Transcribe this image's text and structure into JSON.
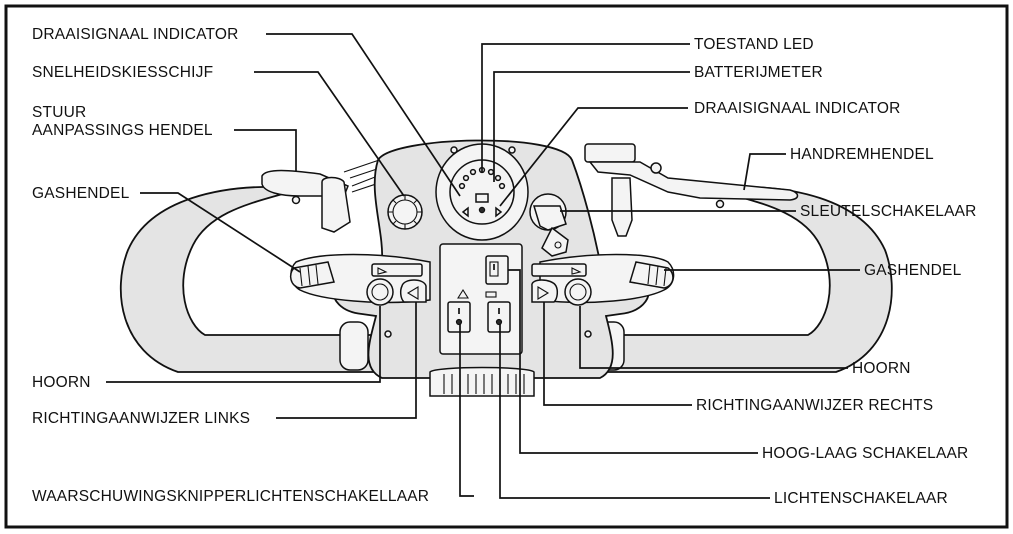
{
  "labels": {
    "draaisignaal_indicator_left": "DRAAISIGNAAL INDICATOR",
    "snelheidskiesschijf": "SNELHEIDSKIESSCHIJF",
    "stuur_line1": "STUUR",
    "stuur_line2": "AANPASSINGS HENDEL",
    "gashendel_left": "GASHENDEL",
    "hoorn_left": "HOORN",
    "richtingaanwijzer_links": "RICHTINGAANWIJZER LINKS",
    "waarschuwingsknipper": "WAARSCHUWINGSKNIPPERLICHTENSCHAKELLAAR",
    "toestand_led": "TOESTAND LED",
    "batterijmeter": "BATTERIJMETER",
    "draaisignaal_indicator_right": "DRAAISIGNAAL INDICATOR",
    "handremhendel": "HANDREMHENDEL",
    "sleutelschakelaar": "SLEUTELSCHAKELAAR",
    "gashendel_right": "GASHENDEL",
    "hoorn_right": "HOORN",
    "richtingaanwijzer_rechts": "RICHTINGAANWIJZER RECHTS",
    "hoog_laag_schakelaar": "HOOG-LAAG SCHAKELAAR",
    "lichtenschakelaar": "LICHTENSCHAKELAAR"
  }
}
